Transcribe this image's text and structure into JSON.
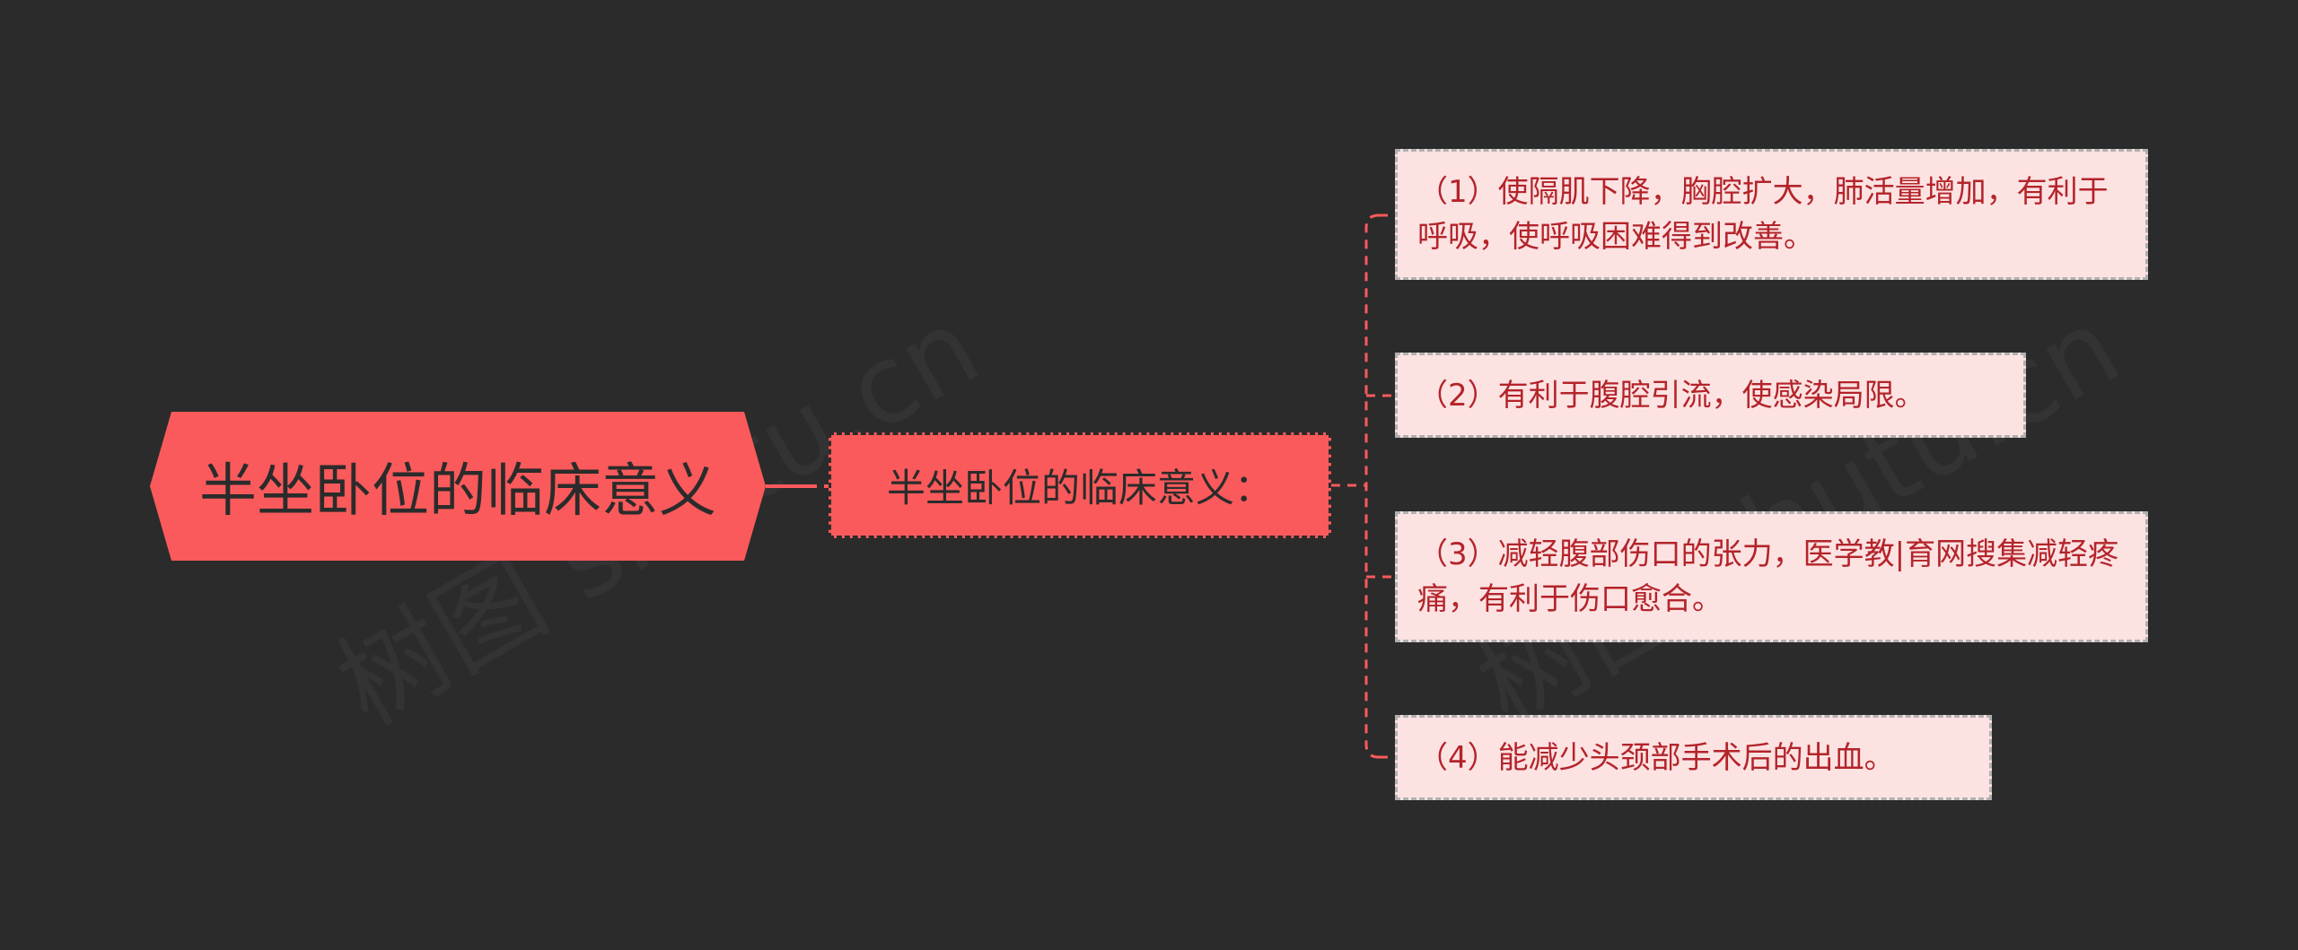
{
  "root": {
    "label": "半坐卧位的临床意义"
  },
  "branch": {
    "label": "半坐卧位的临床意义："
  },
  "leaves": [
    {
      "label": "（1）使隔肌下降，胸腔扩大，肺活量增加，有利于呼吸，使呼吸困难得到改善。"
    },
    {
      "label": "（2）有利于腹腔引流，使感染局限。"
    },
    {
      "label": "（3）减轻腹部伤口的张力，医学教|育网搜集减轻疼痛，有利于伤口愈合。"
    },
    {
      "label": "（4）能减少头颈部手术后的出血。"
    }
  ],
  "watermarks": [
    "树图 shutu.cn",
    "树图 shutu.cn"
  ],
  "colors": {
    "background": "#2b2b2b",
    "accent": "#fa5a5b",
    "leaf_fill": "#fde2e2",
    "leaf_text": "#b3242a",
    "connector": "#fa5a5b"
  }
}
